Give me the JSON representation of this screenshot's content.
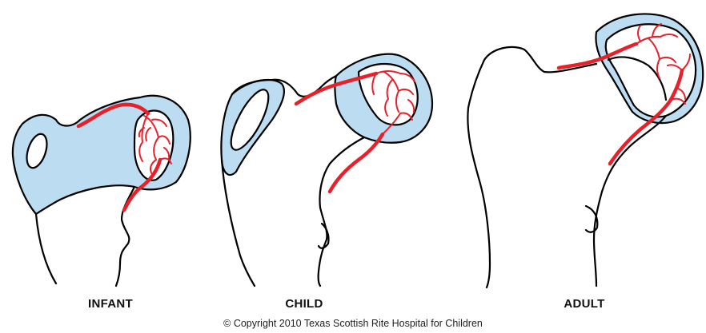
{
  "labels": {
    "infant": "INFANT",
    "child": "CHILD",
    "adult": "ADULT"
  },
  "copyright": "© Copyright 2010 Texas Scottish Rite Hospital for Children",
  "colors": {
    "cartilage": "#bcdcf2",
    "vessel": "#e8202a",
    "outline": "#000000"
  }
}
